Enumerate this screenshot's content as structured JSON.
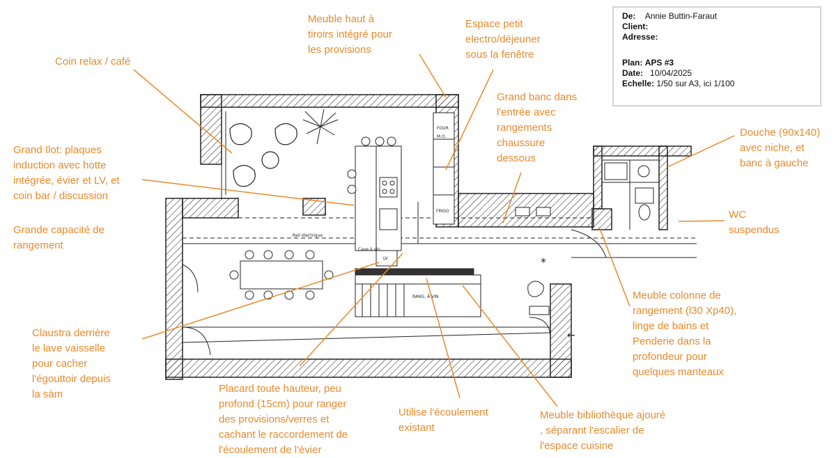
{
  "title_block": {
    "de_label": "De:",
    "de_value": "Annie Buttin-Faraut",
    "client_label": "Client:",
    "adresse_label": "Adresse:",
    "plan_label": "Plan:",
    "plan_value": "APS #3",
    "date_label": "Date:",
    "date_value": "10/04/2025",
    "echelle_label": "Echelle:",
    "echelle_value": "1/50 sur A3, ici 1/100"
  },
  "annotations": {
    "meuble_haut": "Meuble haut à\ntiroirs intégré pour\nles provisions",
    "espace_petit": "Espace petit\nelectro/déjeuner\nsous la fenêtre",
    "coin_relax": "Coin relax / café",
    "grand_banc": "Grand banc dans\nl'entrée avec\nrangements\nchaussure\ndessous",
    "grand_ilot": "Grand Ilot: plaques\ninduction avec hotte\nintégrée,  évier et LV, et\ncoin bar / discussion",
    "grande_capacite": "Grande capacité de\nrangement",
    "douche": "Douche (90x140)\navec niche, et\nbanc à gauche",
    "wc": "WC\nsuspendus",
    "meuble_colonne": "Meuble colonne de\nrangement (l30 Xp40),\nlinge de bains et\nPenderie dans la\nprofondeur pour\nquelques manteaux",
    "claustra": "Claustra derrière\nle lave vaisselle\npour cacher\nl'égouttoir depuis\nla sàm",
    "placard": "Placard toute hauteur, peu\nprofond (15cm) pour ranger\ndes provisions/verres et\ncachant le raccordement de\nl'écoulement de l'évier",
    "utilise": "Utilise l'écoulement\nexistant",
    "meuble_biblio": "Meuble bibliothèque ajouré\n, séparant l'escalier de\nl'espace cuisine"
  },
  "plan_text": {
    "four": "FOUR",
    "mo": "M.O.",
    "frigo": "FRIGO",
    "lv": "LV",
    "cave_vin": "Cave à vin",
    "rail": "Rail électrique",
    "rangement": "RANG. Ã VIN"
  },
  "colors": {
    "accent": "#E8892C",
    "ink": "#222222",
    "border": "#d3d3d3"
  }
}
